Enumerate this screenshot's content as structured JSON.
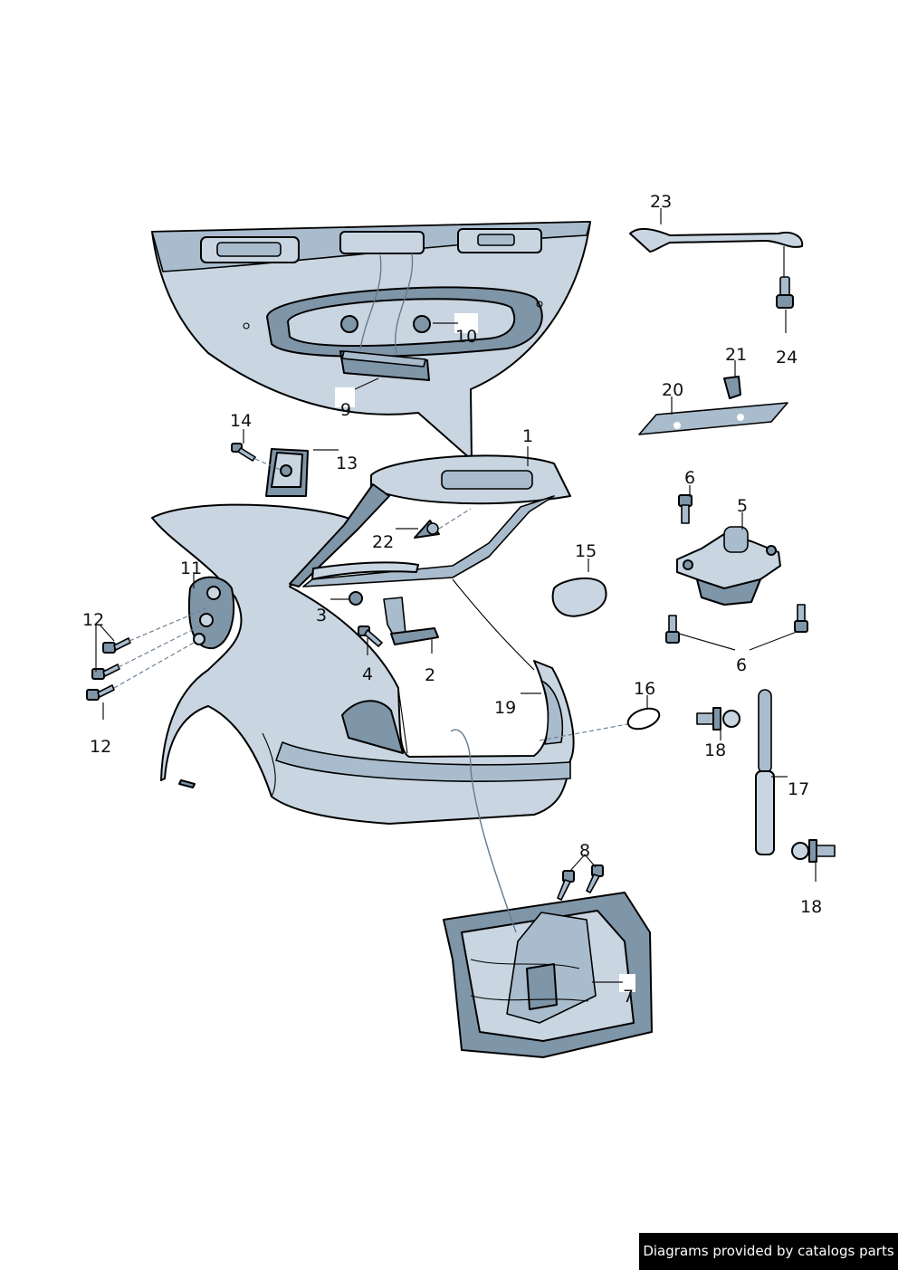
{
  "callouts": [
    "1",
    "2",
    "3",
    "4",
    "5",
    "6",
    "6",
    "7",
    "8",
    "9",
    "10",
    "11",
    "12",
    "12",
    "13",
    "14",
    "15",
    "16",
    "17",
    "18",
    "18",
    "19",
    "20",
    "21",
    "22",
    "23",
    "24"
  ],
  "footer": {
    "text": "Diagrams provided by catalogs parts"
  },
  "colors": {
    "part_fill": "#c9d6e2",
    "part_shadow": "#7f95a8",
    "outline": "#000000",
    "leader": "#111111",
    "footer_bg": "#000000",
    "footer_text": "#ffffff"
  }
}
